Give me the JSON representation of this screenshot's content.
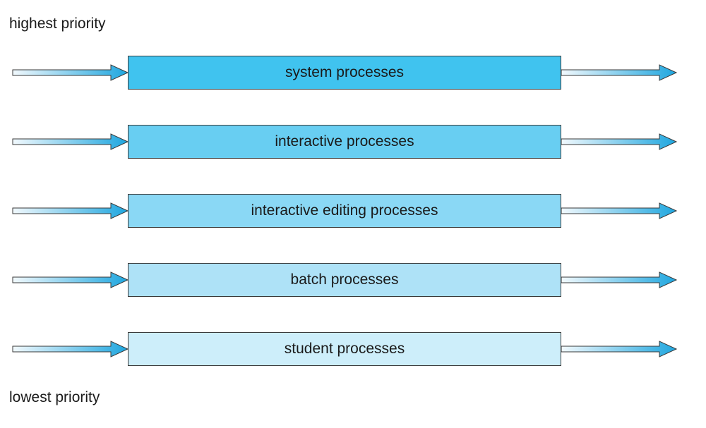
{
  "labels": {
    "highest": "highest priority",
    "lowest": "lowest priority"
  },
  "queues": [
    {
      "name": "system processes",
      "fill": "#40c3ef"
    },
    {
      "name": "interactive processes",
      "fill": "#68cef2"
    },
    {
      "name": "interactive editing processes",
      "fill": "#8ad8f5"
    },
    {
      "name": "batch processes",
      "fill": "#aee2f7"
    },
    {
      "name": "student processes",
      "fill": "#cdeefa"
    }
  ],
  "colors": {
    "arrow_light": "#f2f9fd",
    "arrow_dark": "#1ea6df",
    "outline": "#3a3a3a"
  }
}
